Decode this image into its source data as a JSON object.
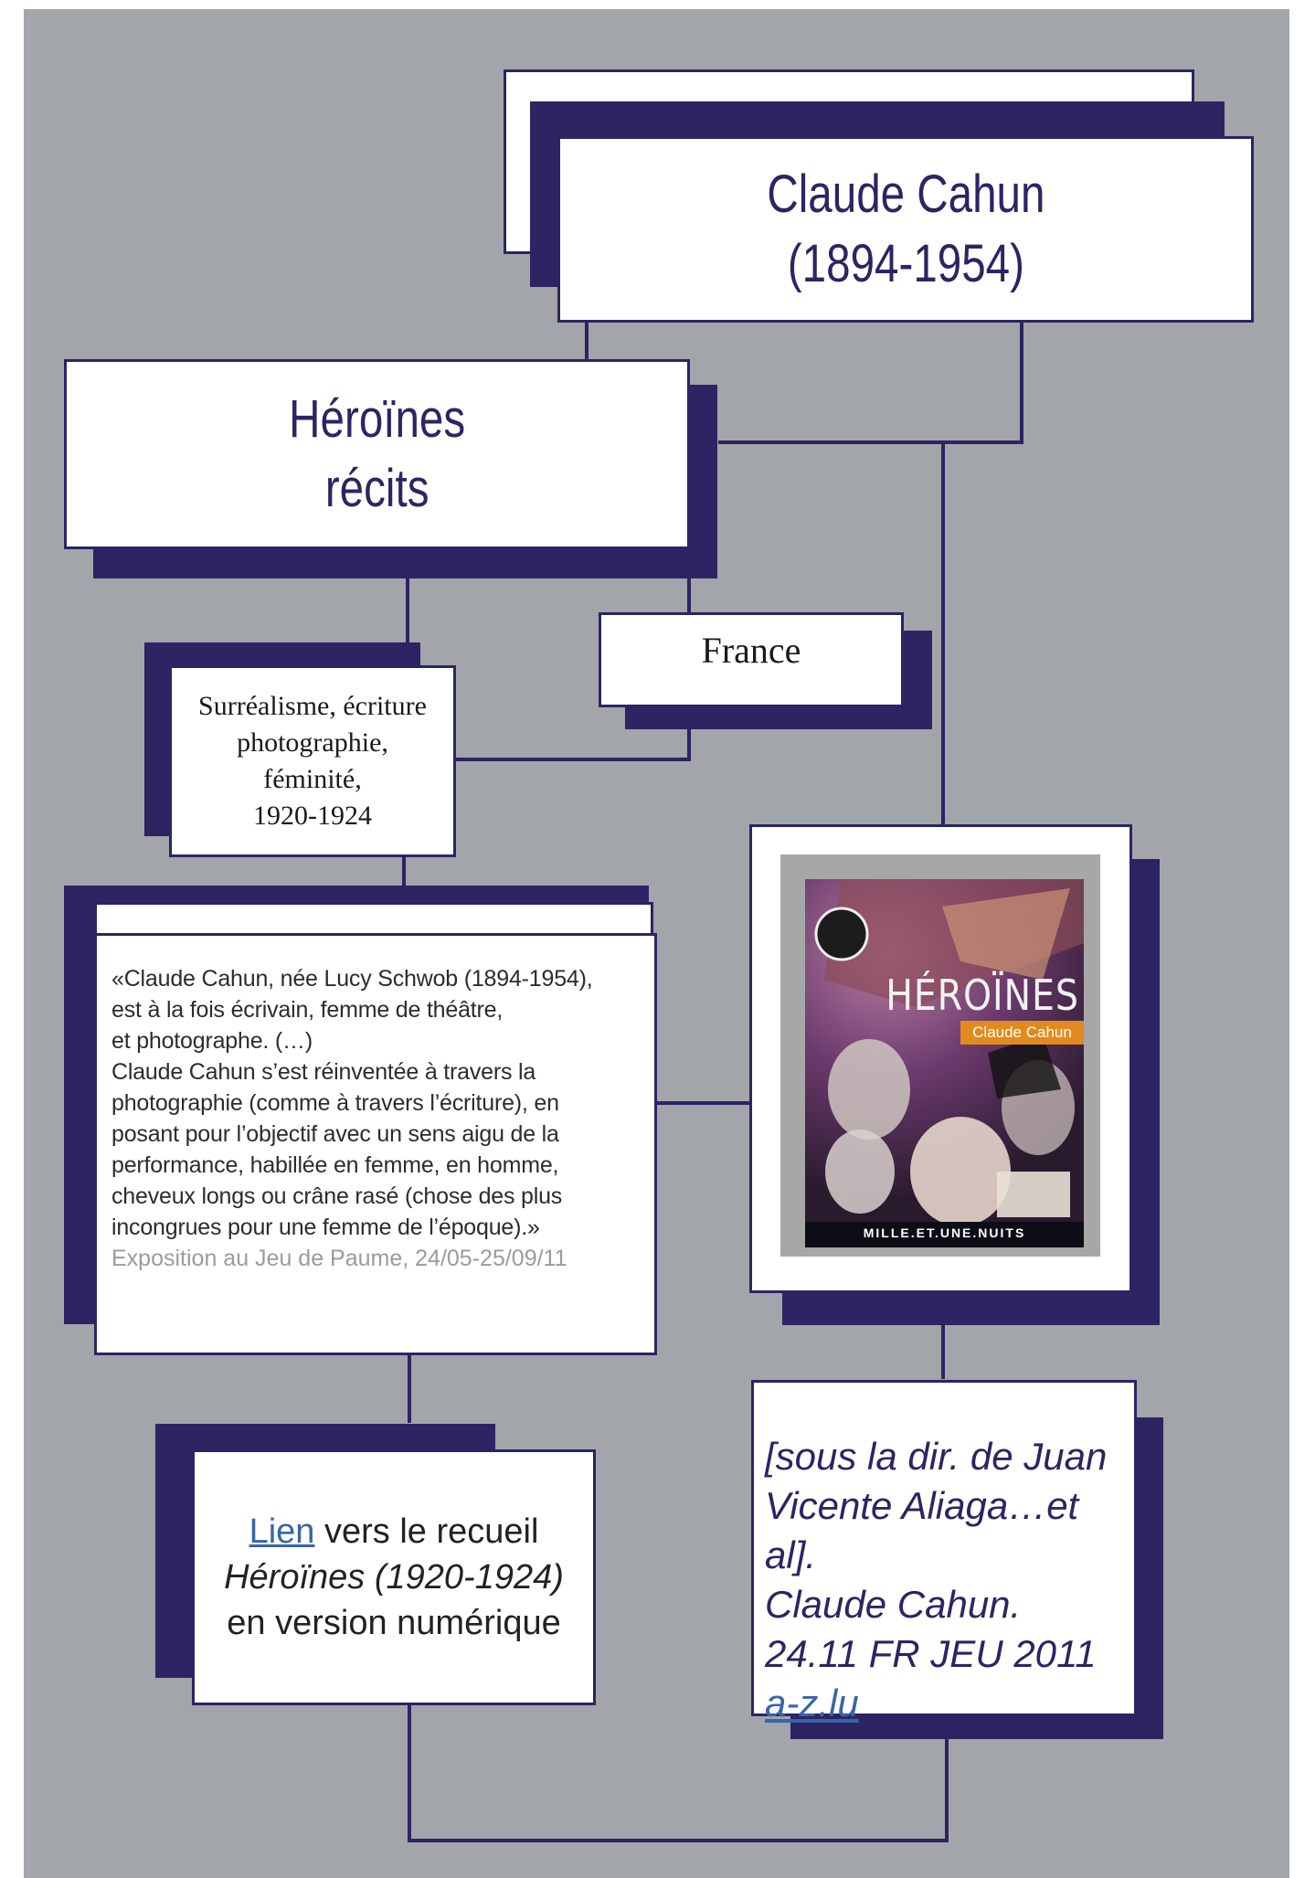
{
  "title_box": {
    "name": "Claude Cahun",
    "dates": "(1894-1954)"
  },
  "work_box": {
    "line1": "Héroïnes",
    "line2": "récits"
  },
  "country_box": {
    "label": "France"
  },
  "themes_box": {
    "line1": "Surréalisme, écriture",
    "line2": "photographie,",
    "line3": "féminité,",
    "line4": "1920-1924"
  },
  "quote_box": {
    "text": "«Claude Cahun, née Lucy Schwob (1894-1954),\nest à la fois écrivain, femme de théâtre,\net photographe. (…)\nClaude Cahun s’est réinventée à travers la\nphotographie (comme à travers l’écriture), en\nposant pour l’objectif avec un sens aigu de la\nperformance, habillée en femme, en homme,\ncheveux longs ou crâne rasé (chose des plus\nincongrues pour une femme de l’époque).»",
    "source": "Exposition au Jeu de Paume, 24/05-25/09/11"
  },
  "cover_box": {
    "title": "HÉROÏNES",
    "author": "Claude Cahun",
    "publisher": "MILLE.ET.UNE.NUITS"
  },
  "link_box": {
    "link_label": "Lien",
    "line1_rest": " vers le recueil",
    "line2": "Héroïnes (1920-1924)",
    "line3": "en version numérique"
  },
  "ref_box": {
    "line1": "[sous la dir. de Juan",
    "line2": "Vicente Aliaga…et al].",
    "line3": "Claude Cahun.",
    "line4": "24.11 FR JEU 2011",
    "link": "a-z.lu"
  },
  "colors": {
    "background": "#a2a5aa",
    "navy": "#2d2463",
    "white": "#ffffff",
    "link": "#3a64a8"
  }
}
